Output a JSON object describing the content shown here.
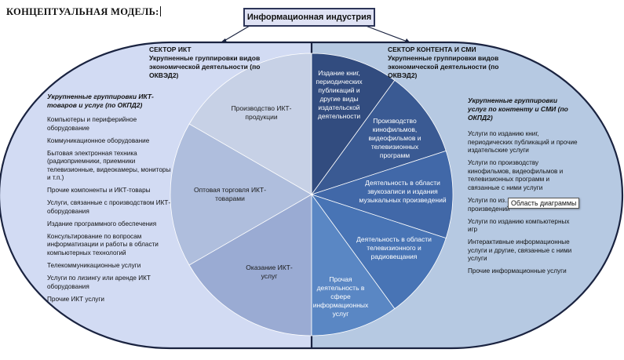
{
  "title": "КОНЦЕПТУАЛЬНАЯ  МОДЕЛЬ:",
  "industry": "Информационная индустрия",
  "ict_sector": {
    "heading": "СЕКТОР ИКТ",
    "subheading": "Укрупненные группировки видов экономической деятельности (по ОКВЭД2)",
    "goods_title": "Укрупненные группировки ИКТ-товаров и услуг (по ОКПД2)",
    "goods": [
      "Компьютеры и периферийное оборудование",
      "Коммуникационное оборудование",
      "Бытовая электронная техника (радиоприемники, приемники телевизионные, видеокамеры, мониторы и т.п.)",
      "Прочие компоненты и ИКТ-товары",
      "Услуги, связанные с производством ИКТ-оборудования",
      "Издание программного  обеспечения",
      "Консультирование по вопросам информатизации и работы в области компьютерных технологий",
      "Телекоммуникационные услуги",
      "Услуги по лизингу или аренде ИКТ оборудования",
      "Прочие ИКТ услуги"
    ],
    "activities": [
      "Производство ИКТ-продукции",
      "Оптовая торговля ИКТ-товарами",
      "Оказание ИКТ-услуг"
    ]
  },
  "content_sector": {
    "heading": "СЕКТОР КОНТЕНТА И СМИ",
    "subheading": "Укрупненные группировки видов экономической деятельности (по ОКВЭД2)",
    "services_title": "Укрупненные группировки услуг по контенту и СМИ (по ОКПД2)",
    "services": [
      "Услуги по изданию книг, периодических публикаций и прочие издательские услуги",
      "Услуги по производству кинофильмов, видеофильмов и телевизионных программ и связанные с ними услуги",
      "Услуги по из… музыкальных произведений",
      "Услуги по изданию компьютерных игр",
      "Интерактивные информационные услуги  и другие, связанные с ними услуги",
      "Прочие информационные услуги"
    ],
    "activities": [
      "Издание книг, периодических публикаций и другие виды издательской деятельности",
      "Производство кинофильмов, видеофильмов и телевизионных программ",
      "Деятельность в области звукозаписи и издания музыкальных произведений",
      "Деятельность в области телевизионного и радиовещания",
      "Прочая деятельность в сфере информационных услуг"
    ]
  },
  "tooltip": "Область диаграммы",
  "colors": {
    "left_panel": "#d2dbf3",
    "right_panel": "#b6c9e2",
    "outline": "#1a2340",
    "left_slices": [
      "#c7d1e6",
      "#afbedd",
      "#9aabd3"
    ],
    "right_slices": [
      "#324c7f",
      "#3a5a93",
      "#4168a8",
      "#4874b5",
      "#5a87c4"
    ]
  }
}
